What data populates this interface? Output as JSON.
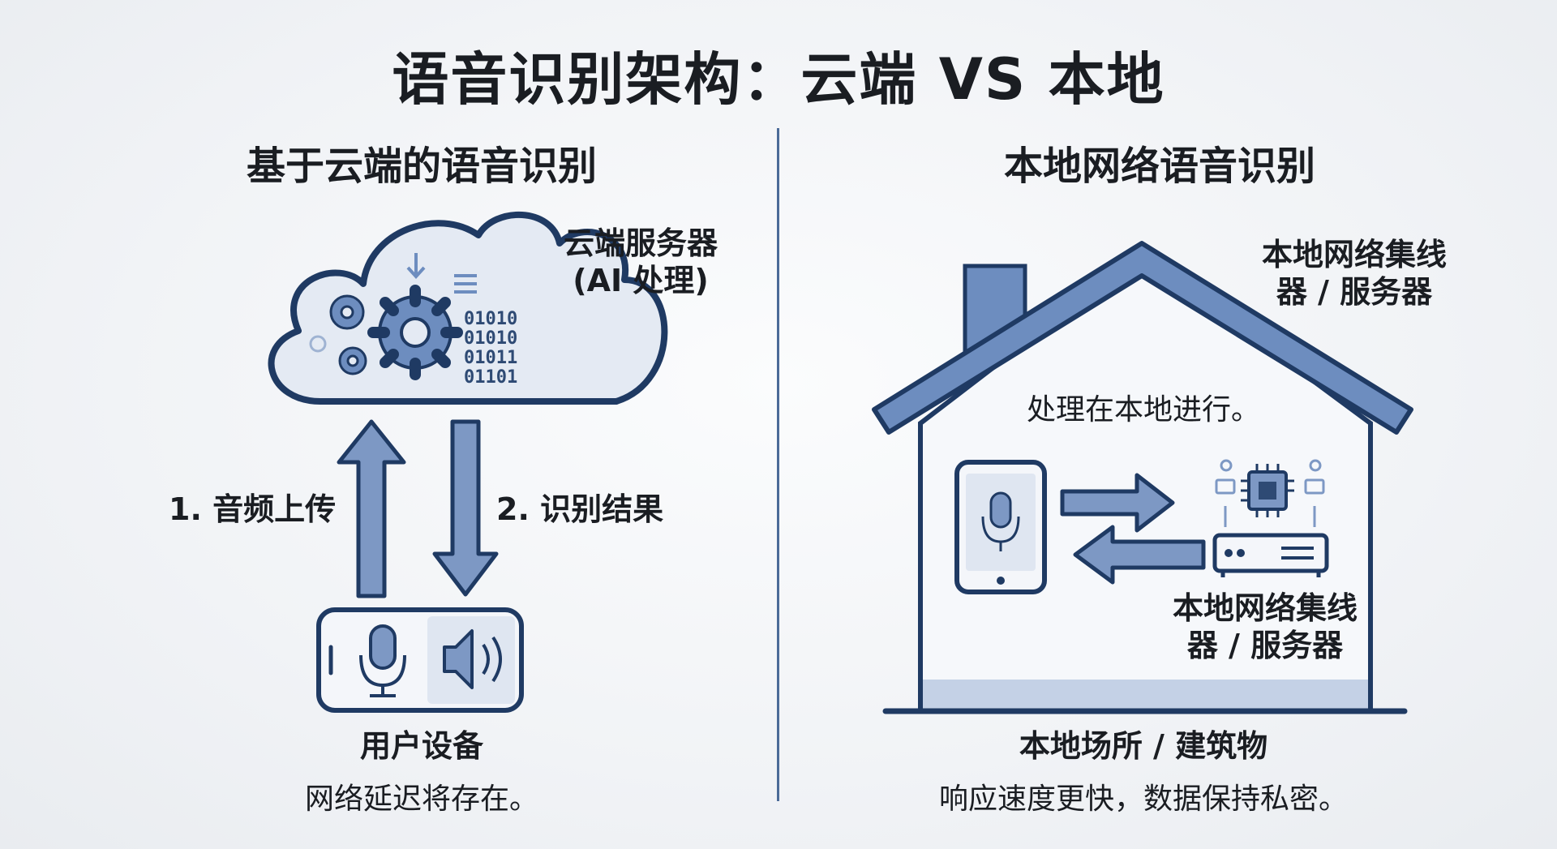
{
  "title": "语音识别架构：云端 VS 本地",
  "left": {
    "heading": "基于云端的语音识别",
    "server_label_line1": "云端服务器",
    "server_label_line2": "(AI 处理)",
    "binary": [
      "01010",
      "01010",
      "01011",
      "01101"
    ],
    "upload_label": "1. 音频上传",
    "result_label": "2. 识别结果",
    "device_label": "用户设备",
    "note": "网络延迟将存在。"
  },
  "right": {
    "heading": "本地网络语音识别",
    "hub_label_top_line1": "本地网络集线",
    "hub_label_top_line2": "器 / 服务器",
    "processing_note": "处理在本地进行。",
    "hub_label_inner_line1": "本地网络集线",
    "hub_label_inner_line2": "器 / 服务器",
    "venue_label": "本地场所 / 建筑物",
    "note": "响应速度更快，数据保持私密。"
  },
  "colors": {
    "accent": "#2e4a74",
    "fill": "#7d98c4",
    "light": "#d7e0ee"
  }
}
